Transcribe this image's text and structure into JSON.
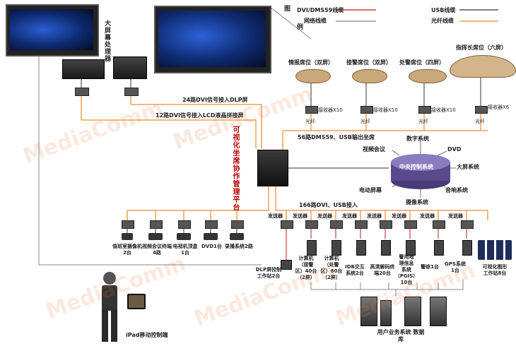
{
  "legend": {
    "heading_a": "图",
    "heading_b": "例",
    "dvi": "DVI/DMS59线缆",
    "usb": "USB线缆",
    "network": "网络线缆",
    "fiber": "光纤线缆",
    "colors": {
      "dvi": "#d23c3c",
      "usb": "#333333",
      "network": "#888888",
      "fiber": "#f0a050"
    }
  },
  "nodes": {
    "big_screen_processor": "大屏幕处理器",
    "commander_seats": "指挥长席位（六屏）",
    "intel_seats": "情报席位（双屏）",
    "alarm_seats": "接警席位（双屏）",
    "dispatch_seats": "处警席位（四屏）",
    "receiver_x10_a": "接收器X10",
    "receiver_x10_b": "接收器X10",
    "receiver_x10_c": "接收器X10",
    "receiver_x6": "接收器X6",
    "fiber_a": "光纤",
    "fiber_b": "光纤",
    "fiber_c": "光纤",
    "fiber_d": "光纤",
    "dvi24": "24路DVI信号接入DLP屏",
    "dvi12": "12路DVI信号接入LCD液晶拼接屏",
    "platform": "可视化坐席协作管理平台",
    "dms56": "56路DMS59、USB输出坐席",
    "dvi166": "166路DVI、USB接入",
    "central": "中央控制系统",
    "digital": "数字系统",
    "dvd": "DVD",
    "video_conf": "视频会议",
    "bigscreen_sys": "大屏系统",
    "e_screen": "电动屏幕",
    "audio": "音响系统",
    "camera_sys": "摄像系统",
    "sender": "发送器",
    "src_cam": "值班室摄像机\n2台",
    "src_vconf": "视频会议终端\n4路",
    "src_tv": "电视机顶盒\n1台",
    "src_dvd": "DVD1台",
    "src_rec": "录播系统2路",
    "dlp_ws": "DLP屏控制\n工作站2台",
    "pc_alarm": "计算机\n（接警\n区）40台\n（2屏）",
    "pc_dispatch": "计算机\n（处警\n区）80台\n（2屏）",
    "idb": "IDB交互\n系统2台",
    "hd_decoder": "高清解码终\n端20台",
    "pgis": "警用地\n理信息\n系统\n（PGIS）\n10台",
    "alarm": "警综1台",
    "gps": "GPS系统\n1台",
    "viz_ws": "可视化图形\n工作站8台",
    "db": "用户业务系统\n数据库",
    "ipad": "iPad移动控制端"
  }
}
